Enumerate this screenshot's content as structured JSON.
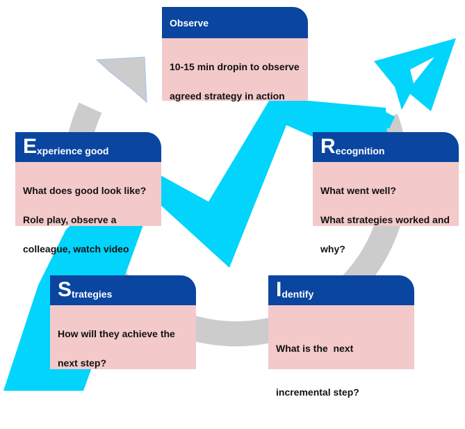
{
  "diagram": {
    "colors": {
      "header_bg": "#0a45a0",
      "body_bg": "#f3c9ca",
      "cycle_ring": "#cccccc",
      "growth_arrow": "#02d4fc",
      "header_text": "#ffffff",
      "body_text": "#111111"
    },
    "cards": {
      "observe": {
        "title": "Observe",
        "lines": [
          "10-15 min dropin to observe",
          "agreed strategy in action"
        ]
      },
      "recognition": {
        "initial": "R",
        "title_rest": "ecognition",
        "lines": [
          "What went well?",
          "What strategies worked and",
          "why?"
        ]
      },
      "identify": {
        "initial": "I",
        "title_rest": "dentify",
        "lines": [
          "What is the  next",
          "incremental step?"
        ]
      },
      "strategies": {
        "initial": "S",
        "title_rest": "trategies",
        "lines": [
          "How will they achieve the",
          "next step?"
        ]
      },
      "experience": {
        "initial": "E",
        "title_rest": "xperience good",
        "lines": [
          "What does good look like?",
          "Role play, observe a",
          "colleague, watch video"
        ]
      }
    },
    "icons": {
      "cycle": "circular-cycle-arrow",
      "growth": "zigzag-growth-arrow",
      "paper_plane": "paper-plane"
    }
  }
}
